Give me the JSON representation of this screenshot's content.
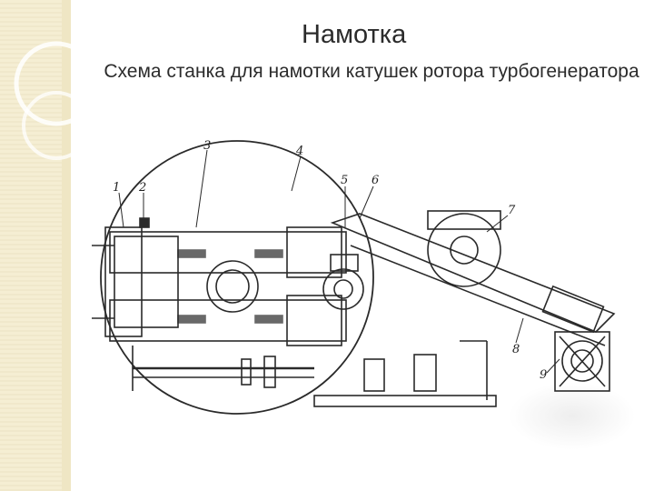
{
  "slide": {
    "title": "Намотка",
    "subtitle": "Схема станка для намотки катушек ротора турбогенератора"
  },
  "diagram": {
    "labels": [
      "1",
      "2",
      "3",
      "4",
      "5",
      "6",
      "7",
      "8",
      "9"
    ]
  },
  "colors": {
    "side_strip": "#f5eed3",
    "ink": "#2a2a2a"
  }
}
